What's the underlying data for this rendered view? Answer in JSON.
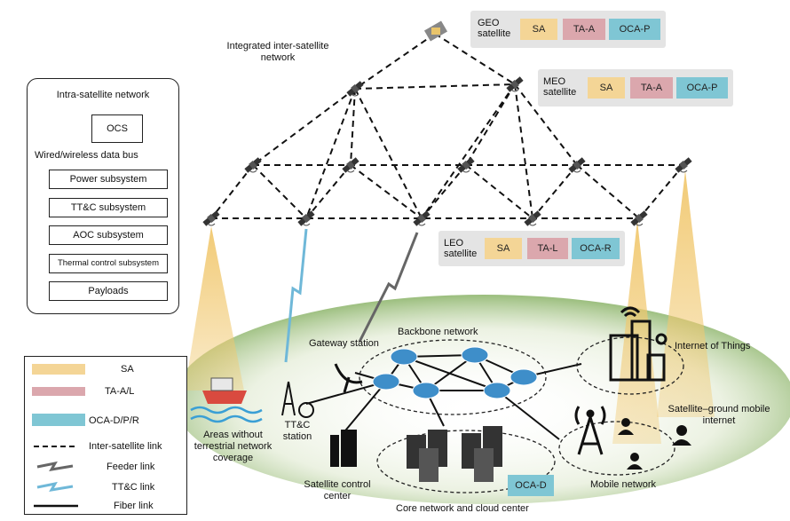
{
  "colors": {
    "sa": "#f4d596",
    "ta": "#dba7ad",
    "oca": "#7fc6d4",
    "beam": "#f1c86f",
    "ground": "#8fb66e",
    "node": "#3e8ec9",
    "red_bus": "#d63b3b"
  },
  "orbits": {
    "geo": {
      "name": "GEO\nsatellite",
      "tags": [
        "SA",
        "TA-A",
        "OCA-P"
      ]
    },
    "meo": {
      "name": "MEO\nsatellite",
      "tags": [
        "SA",
        "TA-A",
        "OCA-P"
      ]
    },
    "leo": {
      "name": "LEO\nsatellite",
      "tags": [
        "SA",
        "TA-L",
        "OCA-R"
      ]
    }
  },
  "labels": {
    "inter_satellite": "Integrated inter-satellite\nnetwork",
    "gateway": "Gateway station",
    "backbone": "Backbone network",
    "iot": "Internet of Things",
    "sat_ground": "Satellite–ground mobile\ninternet",
    "areas": "Areas without\nterrestrial network\ncoverage",
    "ttc_station": "TT&C\nstation",
    "control_center": "Satellite control\ncenter",
    "core": "Core network and cloud center",
    "oca_d": "OCA-D",
    "mobile": "Mobile network"
  },
  "intra": {
    "title": "Intra-satellite network",
    "ocs": "OCS",
    "bus": "Wired/wireless data bus",
    "subsystems": [
      "Power subsystem",
      "TT&C subsystem",
      "AOC subsystem",
      "Thermal control subsystem",
      "Payloads"
    ]
  },
  "legend": {
    "items": [
      "SA",
      "TA-A/L",
      "OCA-D/P/R",
      "Inter-satellite link",
      "Feeder link",
      "TT&C link",
      "Fiber link"
    ]
  },
  "icons": [
    "satellite-icon",
    "ship-icon",
    "antenna-icon",
    "dish-icon",
    "building-icon",
    "server-icon",
    "tower-icon",
    "user-icon",
    "router-icon"
  ]
}
